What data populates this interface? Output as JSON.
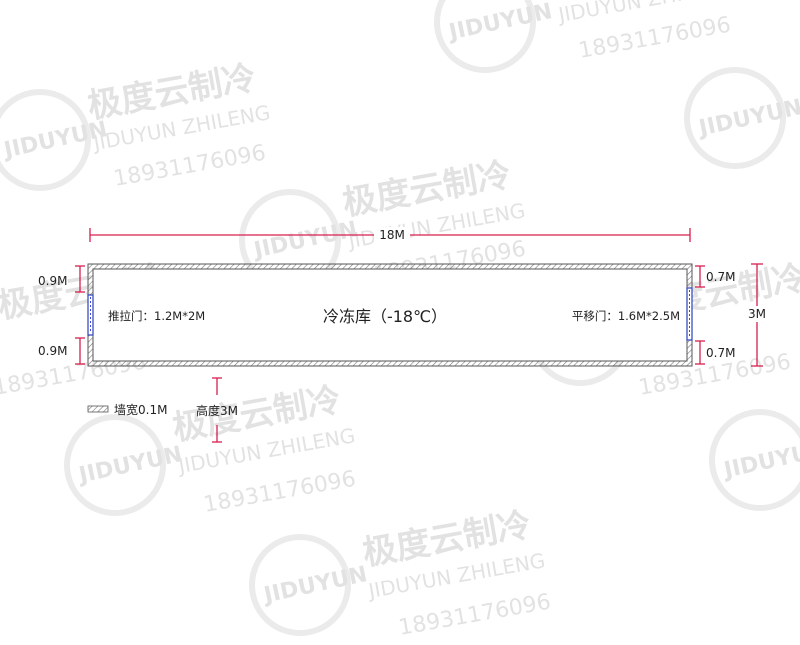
{
  "watermark": {
    "brand_cn": "极度云制冷",
    "brand_en": "JIDUYUN ZHILENG",
    "phone": "18931176096",
    "logo_text": "JIDUYUN"
  },
  "plan": {
    "total_length": "18M",
    "room_label": "冷冻库（-18℃）",
    "left_door_label": "推拉门：1.2M*2M",
    "right_door_label": "平移门：1.6M*2.5M",
    "depth": "3M",
    "left_offset_top": "0.9M",
    "left_offset_bottom": "0.9M",
    "right_offset_top": "0.7M",
    "right_offset_bottom": "0.7M",
    "height_label": "高度3M",
    "wall_legend": "墙宽0.1M"
  },
  "colors": {
    "dimension": "#d6204f",
    "door": "#3b4fc4",
    "wall": "#555555",
    "watermark": "#d9d9d9"
  }
}
